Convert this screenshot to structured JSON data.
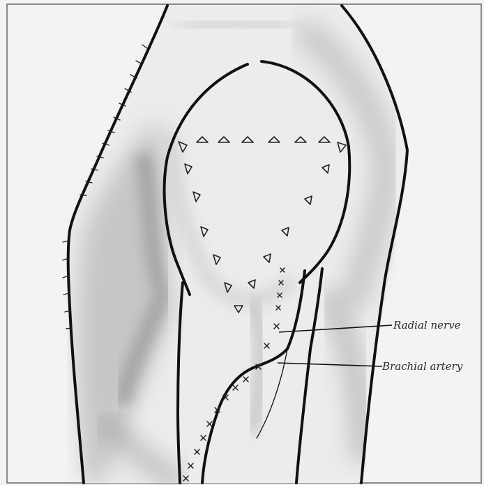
{
  "labels": {
    "radial_nerve": "Radial nerve",
    "brachial_artery": "Brachial artery"
  },
  "colors": {
    "paper": "#f2f2f0",
    "ink": "#111111",
    "shade_dark": "#8a8a8a",
    "shade_mid": "#b5b5b5",
    "shade_light": "#d9d9d9"
  },
  "marks": {
    "incision_marker": "triangle",
    "vessel_marker": "x"
  }
}
